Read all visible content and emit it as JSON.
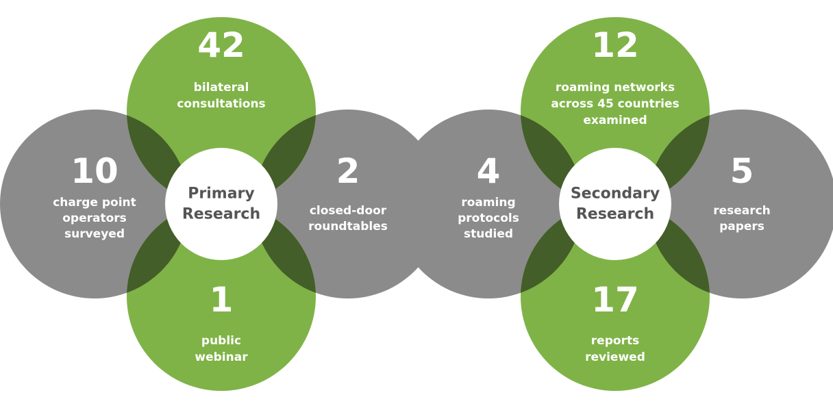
{
  "colors": {
    "green": "#7fb347",
    "gray": "#8b8b8b",
    "overlap": "#435e28",
    "center": "#ffffff",
    "center_text": "#555555"
  },
  "diagrams": [
    {
      "id": "primary",
      "center_lines": [
        "Primary",
        "Research"
      ],
      "petals": [
        {
          "position": "top",
          "color": "green",
          "value": "42",
          "lines": [
            "bilateral",
            "consultations"
          ]
        },
        {
          "position": "left",
          "color": "gray",
          "value": "10",
          "lines": [
            "charge point",
            "operators",
            "surveyed"
          ]
        },
        {
          "position": "right",
          "color": "gray",
          "value": "2",
          "lines": [
            "closed-door",
            "roundtables"
          ]
        },
        {
          "position": "bottom",
          "color": "green",
          "value": "1",
          "lines": [
            "public",
            "webinar"
          ]
        }
      ]
    },
    {
      "id": "secondary",
      "center_lines": [
        "Secondary",
        "Research"
      ],
      "petals": [
        {
          "position": "top",
          "color": "green",
          "value": "12",
          "lines": [
            "roaming networks",
            "across 45 countries",
            "examined"
          ]
        },
        {
          "position": "left",
          "color": "gray",
          "value": "4",
          "lines": [
            "roaming",
            "protocols",
            "studied"
          ]
        },
        {
          "position": "right",
          "color": "gray",
          "value": "5",
          "lines": [
            "research",
            "papers"
          ]
        },
        {
          "position": "bottom",
          "color": "green",
          "value": "17",
          "lines": [
            "reports",
            "reviewed"
          ]
        }
      ]
    }
  ]
}
